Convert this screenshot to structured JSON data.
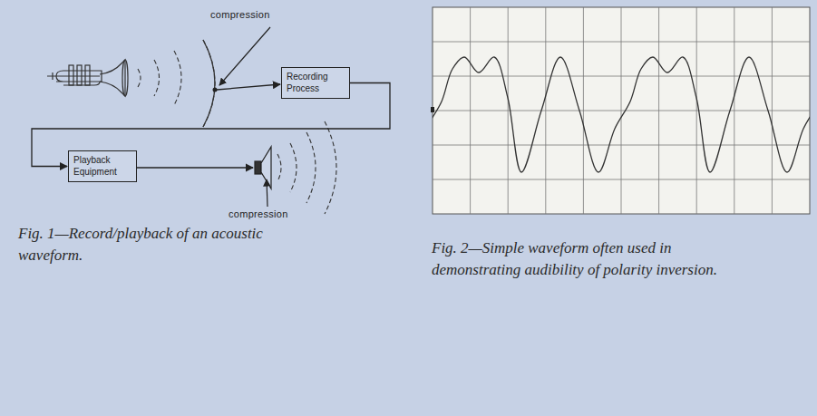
{
  "diagram": {
    "nodes": [
      {
        "text": [
          "Recording Process"
        ]
      },
      {
        "text": [
          "Playback Equipment"
        ]
      }
    ],
    "edges": [
      {
        "from": 0,
        "to": 1,
        "arrow": "to"
      }
    ],
    "labels": [
      "compression",
      "compression",
      "Fig. 1—Record/playback of an acoustic waveform.",
      "Fig. 2—Simple waveform often used in demonstrating audibility of polarity inversion."
    ]
  }
}
